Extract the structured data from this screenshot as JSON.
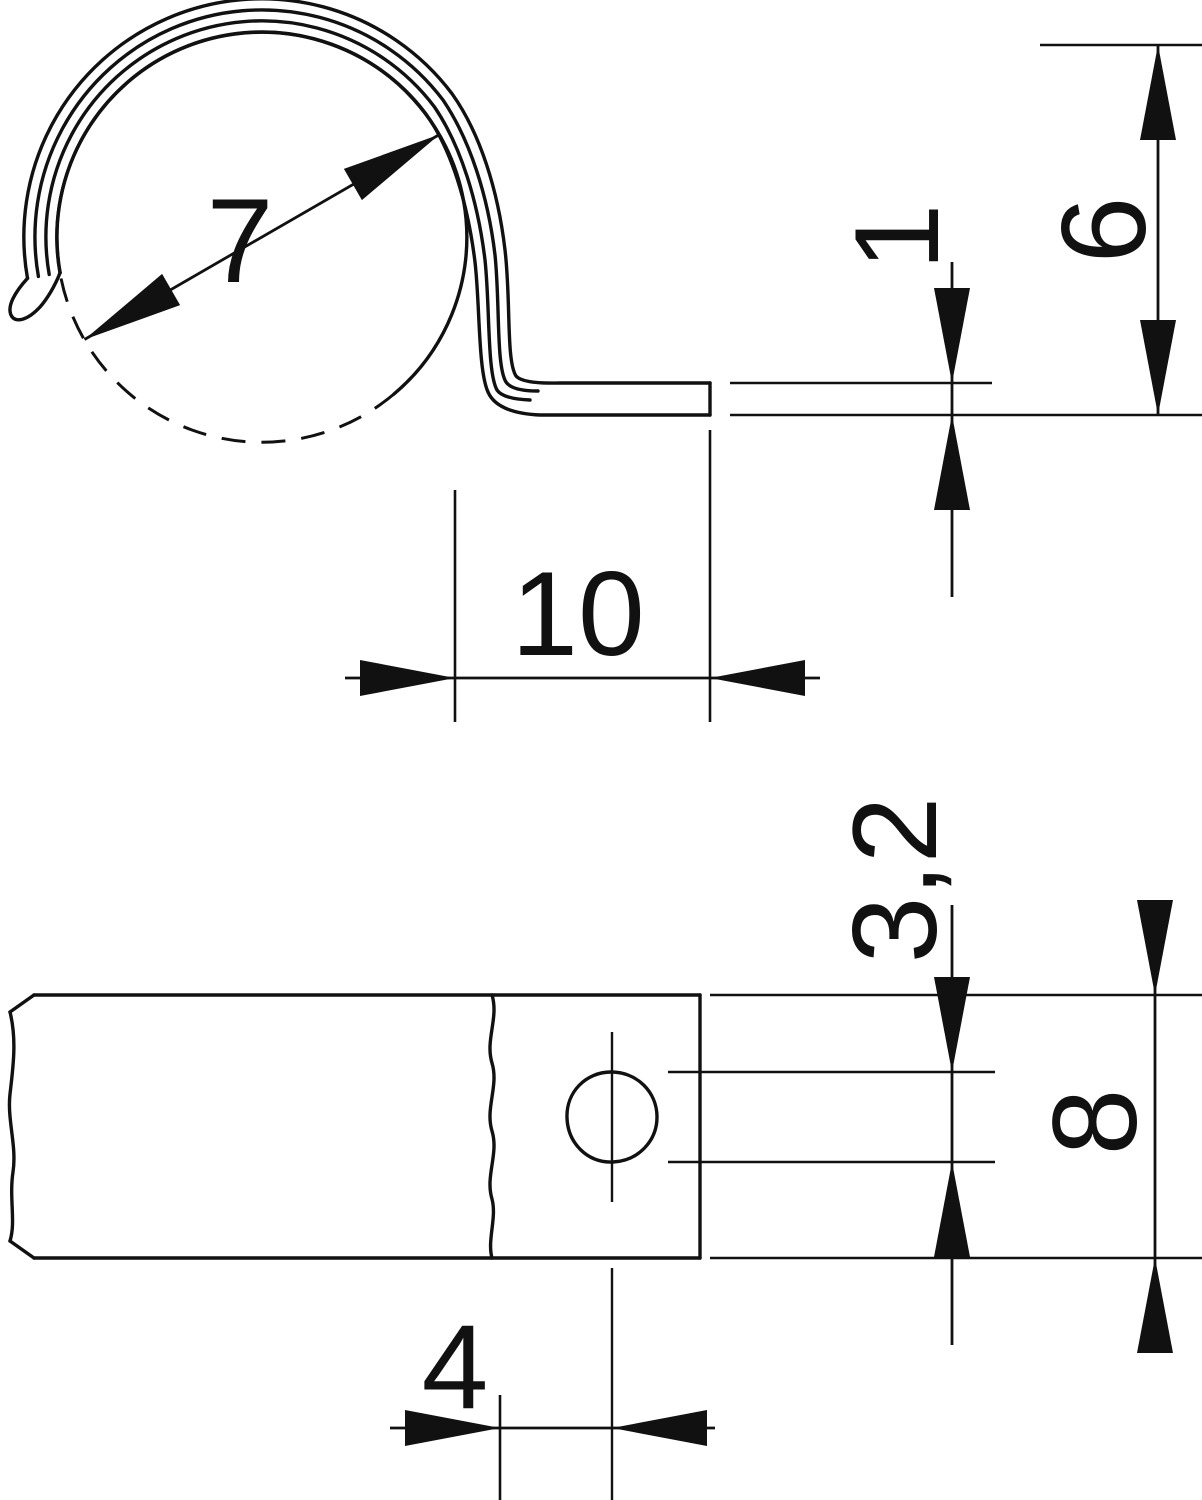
{
  "page": {
    "background_color": "#ffffff",
    "line_color": "#111111",
    "kind": "technical-dimension-drawing"
  },
  "side_view": {
    "pipe_diameter": "7",
    "foot_length": "10",
    "material_thickness": "1",
    "clip_height": "6"
  },
  "plan_view": {
    "hole_diameter": "3,2",
    "strap_width": "8",
    "hole_offset": "4"
  }
}
